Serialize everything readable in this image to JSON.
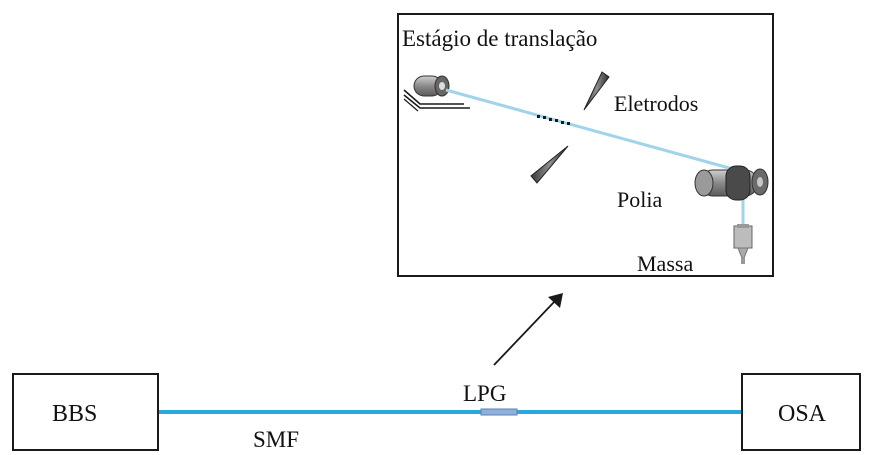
{
  "inset": {
    "title": "Estágio de translação",
    "labels": {
      "electrodes": "Eletrodos",
      "pulley": "Polia",
      "mass": "Massa"
    }
  },
  "setup": {
    "source_label": "BBS",
    "analyzer_label": "OSA",
    "fiber_label": "SMF",
    "grating_label": "LPG"
  },
  "colors": {
    "fiber_main": "#29a8e0",
    "fiber_inset": "#9fd4ea",
    "outline": "#1a1a1a",
    "metal_dark": "#555555",
    "metal_light": "#bbbbbb"
  }
}
